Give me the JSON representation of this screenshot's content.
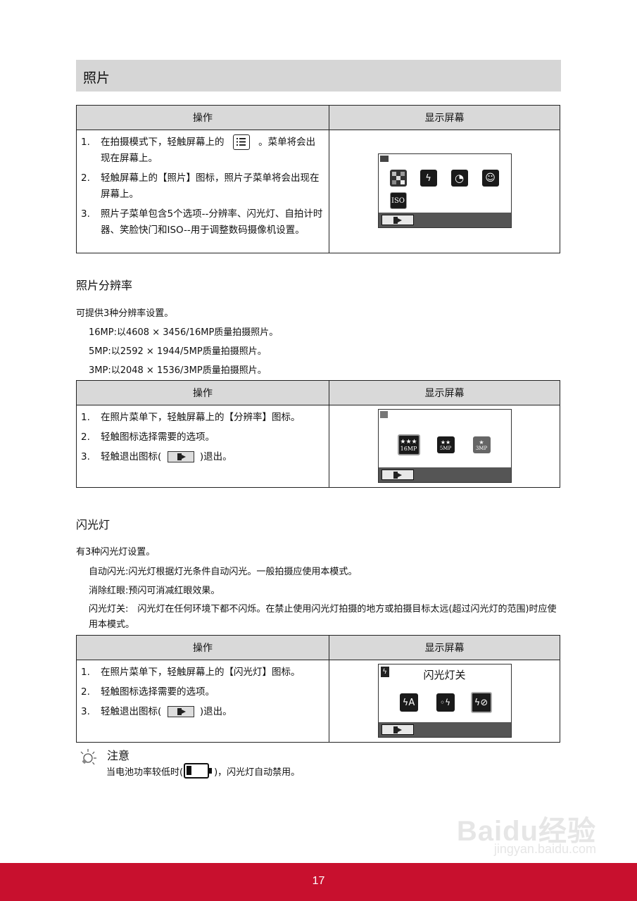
{
  "section_title": "照片",
  "table_headers": {
    "op": "操作",
    "screen": "显示屏幕"
  },
  "table1": {
    "steps": [
      {
        "num": "1.",
        "text_before": "在拍摄模式下，轻触屏幕上的",
        "text_after": "。菜单将会出现在屏幕上。"
      },
      {
        "num": "2.",
        "text": "轻触屏幕上的【照片】图标，照片子菜单将会出现在屏幕上。"
      },
      {
        "num": "3.",
        "text": "照片子菜单包含5个选项--分辨率、闪光灯、自拍计时器、笑脸快门和ISO--用于调整数码摄像机设置。"
      }
    ],
    "iso_label": "ISO"
  },
  "resolution": {
    "heading": "照片分辨率",
    "intro": "可提供3种分辨率设置。",
    "items": [
      "16MP:以4608 × 3456/16MP质量拍摄照片。",
      "5MP:以2592 × 1944/5MP质量拍摄照片。",
      "3MP:以2048 × 1536/3MP质量拍摄照片。"
    ],
    "steps": [
      {
        "num": "1.",
        "text": "在照片菜单下，轻触屏幕上的【分辨率】图标。"
      },
      {
        "num": "2.",
        "text": "轻触图标选择需要的选项。"
      },
      {
        "num": "3.",
        "text_before": "轻触退出图标(",
        "text_after": ")退出。"
      }
    ],
    "options": [
      "16MP",
      "5MP",
      "3MP"
    ]
  },
  "flash": {
    "heading": "闪光灯",
    "intro": "有3种闪光灯设置。",
    "items": [
      "自动闪光:闪光灯根据灯光条件自动闪光。一般拍摄应使用本模式。",
      "消除红眼:预闪可消减红眼效果。",
      "闪光灯关:　闪光灯在任何环境下都不闪烁。在禁止使用闪光灯拍摄的地方或拍摄目标太远(超过闪光灯的范围)时应使用本模式。"
    ],
    "steps": [
      {
        "num": "1.",
        "text": "在照片菜单下，轻触屏幕上的【闪光灯】图标。"
      },
      {
        "num": "2.",
        "text": "轻触图标选择需要的选项。"
      },
      {
        "num": "3.",
        "text_before": "轻触退出图标(",
        "text_after": ")退出。"
      }
    ],
    "screen_title": "闪光灯关"
  },
  "note": {
    "title": "注意",
    "text_before": "当电池功率较低时(",
    "text_after": ")，闪光灯自动禁用。"
  },
  "page_number": "17",
  "watermark": {
    "brand": "Baidu经验",
    "url": "jingyan.baidu.com"
  }
}
